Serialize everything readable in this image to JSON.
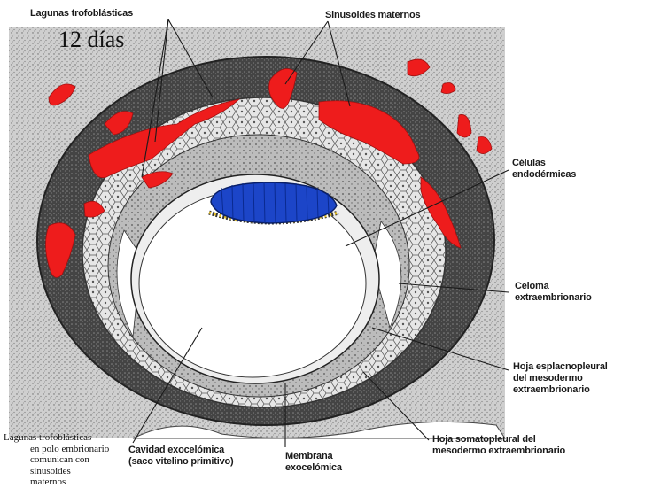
{
  "title": "12 días",
  "labels": {
    "lagunas": "Lagunas trofoblásticas",
    "sinusoides": "Sinusoides maternos",
    "celulas": [
      "Células",
      "endodérmicas"
    ],
    "celoma": [
      "Celoma",
      "extraembrionario"
    ],
    "esplacno": [
      "Hoja esplacnopleural",
      "del mesodermo",
      "extraembrionario"
    ],
    "somato": [
      "Hoja somatopleural del",
      "mesodermo extraembrionario"
    ],
    "cavidad": [
      "Cavidad exocelómica",
      "(saco vitelino primitivo)"
    ],
    "membrana": [
      "Membrana",
      "exocelómica"
    ]
  },
  "note": [
    "Lagunas trofoblásticas",
    "en polo embrionario",
    "comunican con",
    "sinusoides",
    "maternos"
  ],
  "colors": {
    "lacunae": "#ee1c1c",
    "embryo": "#1c45c8",
    "trophoblast": "#3a3a3a",
    "cytotrophoblast": "#d8d8d8",
    "mesoderm": "#9a9a9a",
    "endometrium": "#c9c9c9"
  }
}
